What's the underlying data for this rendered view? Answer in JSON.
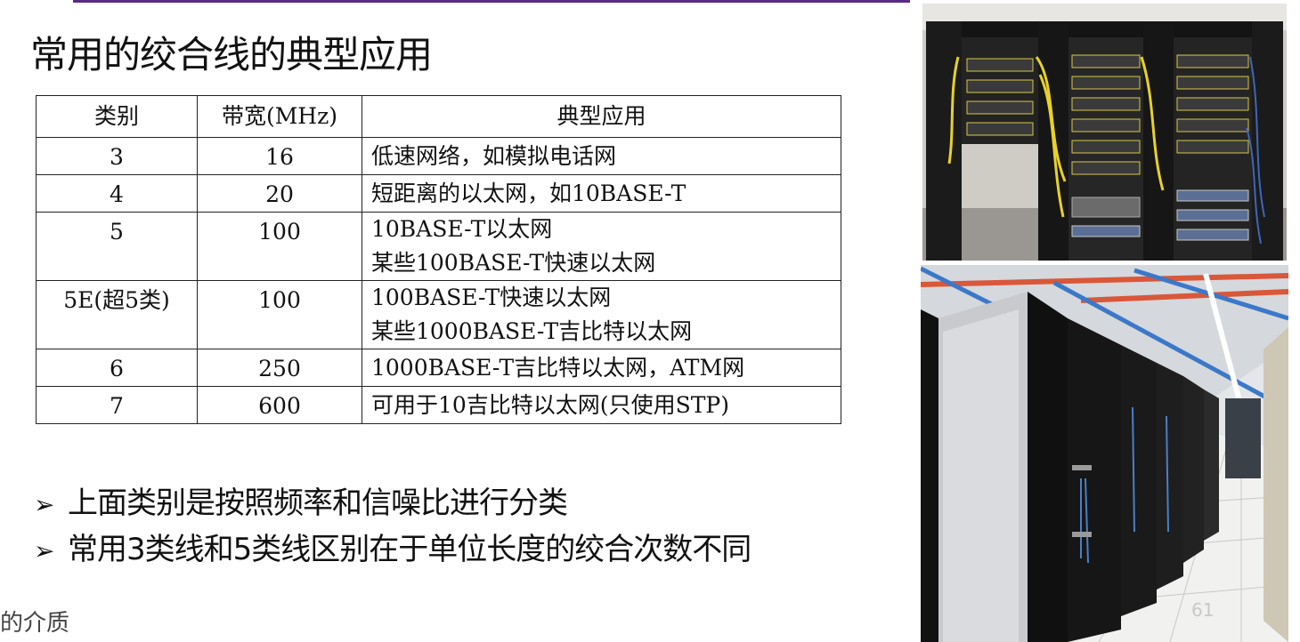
{
  "slide": {
    "title": "常用的绞合线的典型应用",
    "footer": "的介质",
    "page_number": "61"
  },
  "table": {
    "headers": [
      "类别",
      "带宽(MHz)",
      "典型应用"
    ],
    "rows": [
      {
        "category": "3",
        "bandwidth": "16",
        "applications": [
          "低速网络，如模拟电话网"
        ]
      },
      {
        "category": "4",
        "bandwidth": "20",
        "applications": [
          "短距离的以太网，如10BASE-T"
        ]
      },
      {
        "category": "5",
        "bandwidth": "100",
        "applications": [
          "10BASE-T以太网",
          "某些100BASE-T快速以太网"
        ]
      },
      {
        "category": "5E(超5类)",
        "bandwidth": "100",
        "applications": [
          "100BASE-T快速以太网",
          "某些1000BASE-T吉比特以太网"
        ]
      },
      {
        "category": "6",
        "bandwidth": "250",
        "applications": [
          "1000BASE-T吉比特以太网，ATM网"
        ]
      },
      {
        "category": "7",
        "bandwidth": "600",
        "applications": [
          "可用于10吉比特以太网(只使用STP)"
        ]
      }
    ]
  },
  "bullets": [
    "上面类别是按照频率和信噪比进行分类",
    "常用3类线和5类线区别在于单位长度的绞合次数不同"
  ],
  "bullet_marker": "➢",
  "colors": {
    "accent_rule": "#5b2a86",
    "text": "#111111",
    "page_number": "#c8c8c8"
  }
}
